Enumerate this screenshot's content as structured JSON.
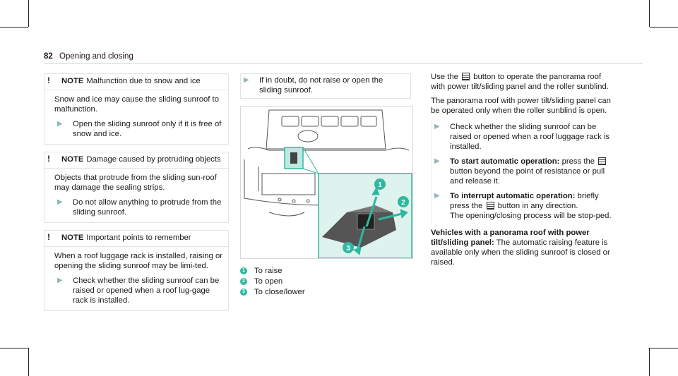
{
  "header": {
    "page_number": "82",
    "section": "Opening and closing"
  },
  "col1": {
    "notes": [
      {
        "title": "NOTE",
        "heading": "Malfunction due to snow and ice",
        "body": "Snow and ice may cause the sliding sunroof to malfunction.",
        "step": "Open the sliding sunroof only if it is free of snow and ice."
      },
      {
        "title": "NOTE",
        "heading": "Damage caused by protruding objects",
        "body": "Objects that protrude from the sliding sun-roof may damage the sealing strips.",
        "step": "Do not allow anything to protrude from the sliding sunroof."
      },
      {
        "title": "NOTE",
        "heading": "Important points to remember",
        "body": "When a roof luggage rack is installed, raising or opening the sliding sunroof may be limi-ted.",
        "step": "Check whether the sliding sunroof can be raised or opened when a roof lug-gage rack is installed."
      }
    ]
  },
  "col2": {
    "tip": "If in doubt, do not raise or open the sliding sunroof.",
    "figure_labels": [
      "1",
      "2",
      "3"
    ],
    "legend": [
      {
        "num": "1",
        "text": "To raise"
      },
      {
        "num": "2",
        "text": "To open"
      },
      {
        "num": "3",
        "text": "To close/lower"
      }
    ]
  },
  "col3": {
    "intro_before": "Use the",
    "intro_after": "button to operate the panorama roof with power tilt/sliding panel and the roller sunblind.",
    "para2": "The panorama roof with power tilt/sliding panel can be operated only when the roller sunblind is open.",
    "step1": "Check whether the sliding sunroof can be raised or opened when a roof luggage rack is installed.",
    "step2_bold": "To start automatic operation:",
    "step2_a": "press the",
    "step2_b": "button beyond the point of resistance or pull and release it.",
    "step3_bold": "To interrupt automatic operation:",
    "step3_a": "briefly press the",
    "step3_b": "button in any direction.",
    "step3_c": "The opening/closing process will be stop-ped.",
    "vehicles_bold": "Vehicles with a panorama roof with power tilt/sliding panel:",
    "vehicles_text": "The automatic raising feature is available only when the sliding sunroof is closed or raised."
  },
  "colors": {
    "accent": "#2fb8a0",
    "arrow": "#8fb8b8"
  },
  "icons": [
    "warning-icon",
    "step-arrow-icon",
    "roof-switch-button-icon"
  ]
}
